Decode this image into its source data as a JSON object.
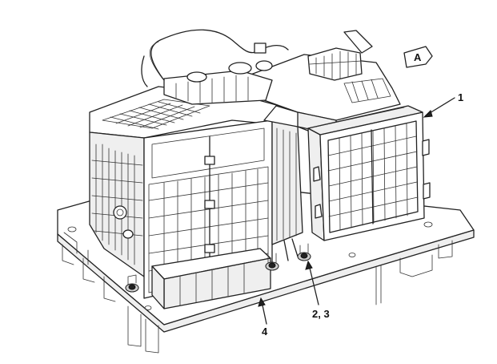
{
  "view_marker": {
    "letter": "A"
  },
  "callouts": [
    {
      "id": "1",
      "text": "1"
    },
    {
      "id": "2-3",
      "text": "2, 3"
    },
    {
      "id": "4",
      "text": "4"
    }
  ],
  "colors": {
    "line": "#222222",
    "background": "#ffffff"
  }
}
